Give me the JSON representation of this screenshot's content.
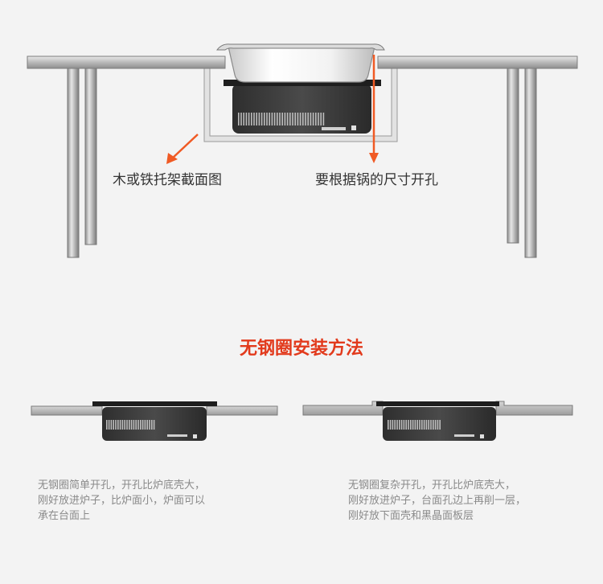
{
  "top_diagram": {
    "label_bracket": "木或铁托架截面图",
    "label_hole": "要根据锅的尺寸开孔"
  },
  "section_title": "无钢圈安装方法",
  "methods": [
    {
      "lines": [
        "无钢圈简单开孔，开孔比炉底壳大，",
        "刚好放进炉子，比炉面小，炉面可以",
        "承在台面上"
      ]
    },
    {
      "lines": [
        "无钢圈复杂开孔，开孔比炉底壳大，",
        "刚好放进炉子，台面孔边上再削一层，",
        "刚好放下面壳和黑晶面板层"
      ]
    }
  ],
  "colors": {
    "accent": "#e23a1c",
    "arrow": "#f05a24",
    "stove_dark": "#3a3a3a",
    "countertop": "#b5b5b5"
  }
}
